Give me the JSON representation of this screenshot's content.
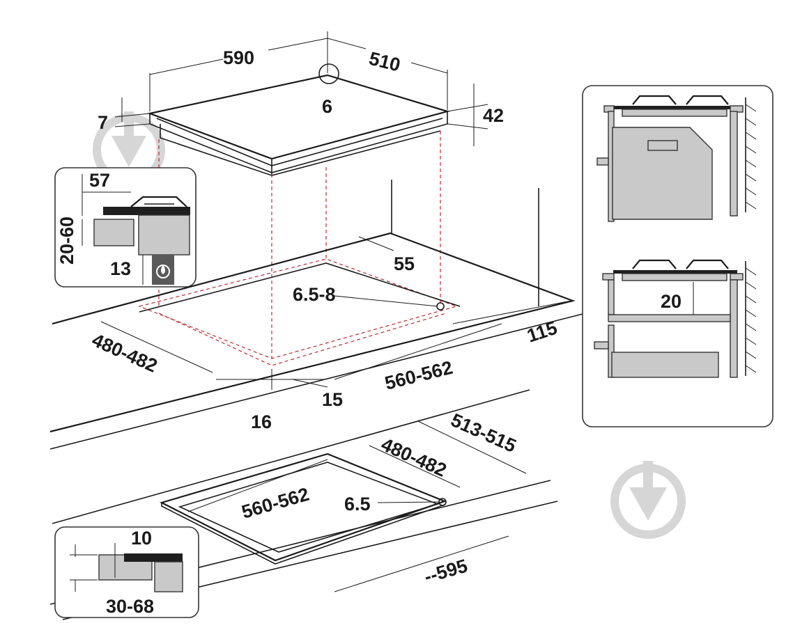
{
  "dimensions": {
    "hob_width": "590",
    "hob_depth": "510",
    "corner_radius": "6",
    "glass_thickness": "7",
    "hob_height": "42",
    "burner_clearance": "57",
    "worktop_range": "20-60",
    "gas_inlet": "13",
    "cutout_back_gap": "55",
    "fixing_hole": "6.5-8",
    "side_gap": "115",
    "cutout_depth": "480-482",
    "cutout_width": "560-562",
    "front_offset": "15",
    "front_edge": "16",
    "flush_outer_depth": "513-515",
    "flush_cutout_depth": "480-482",
    "flush_cutout_width": "560-562",
    "flush_hole": "6.5",
    "flush_outer_width": "--595",
    "rebate_depth": "10",
    "flush_worktop_range": "30-68",
    "oven_gap": "20"
  },
  "colors": {
    "line": "#1a1a1a",
    "hidden_line": "#c0282d",
    "fill": "#c9c9c9",
    "watermark": "#d6d6d6"
  },
  "icons": [
    "gas-drop-icon",
    "watermark-logo-icon"
  ]
}
